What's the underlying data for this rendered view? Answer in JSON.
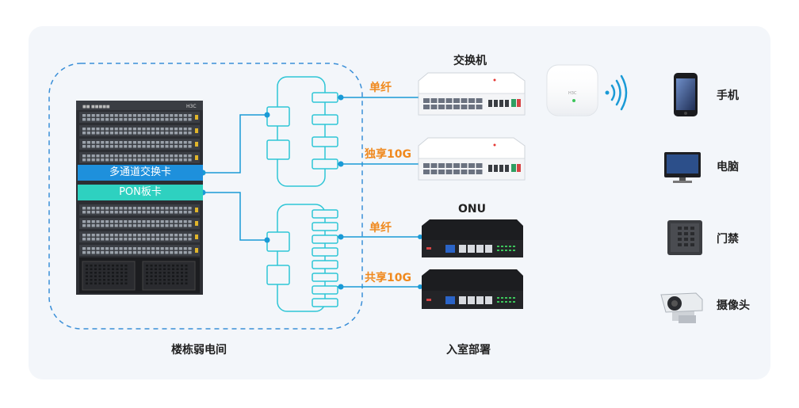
{
  "chassis": {
    "card_multichannel": "多通道交换卡",
    "card_pon": "PON板卡"
  },
  "links": {
    "single_fiber_top": "单纤",
    "exclusive_10g": "独享10G",
    "single_fiber_bottom": "单纤",
    "shared_10g": "共享10G"
  },
  "headers": {
    "switch": "交换机",
    "onu": "ONU"
  },
  "zones": {
    "building": "楼栋弱电间",
    "room": "入室部署"
  },
  "devices": {
    "phone": "手机",
    "computer": "电脑",
    "door_access": "门禁",
    "camera": "摄像头"
  },
  "colors": {
    "line_blue": "#1a9ad6",
    "cyan": "#2ec5d6",
    "orange": "#f0891e",
    "card_blue": "#1e90dc",
    "card_teal": "#2ed1c0",
    "dashed_border": "#3a8fd8"
  }
}
